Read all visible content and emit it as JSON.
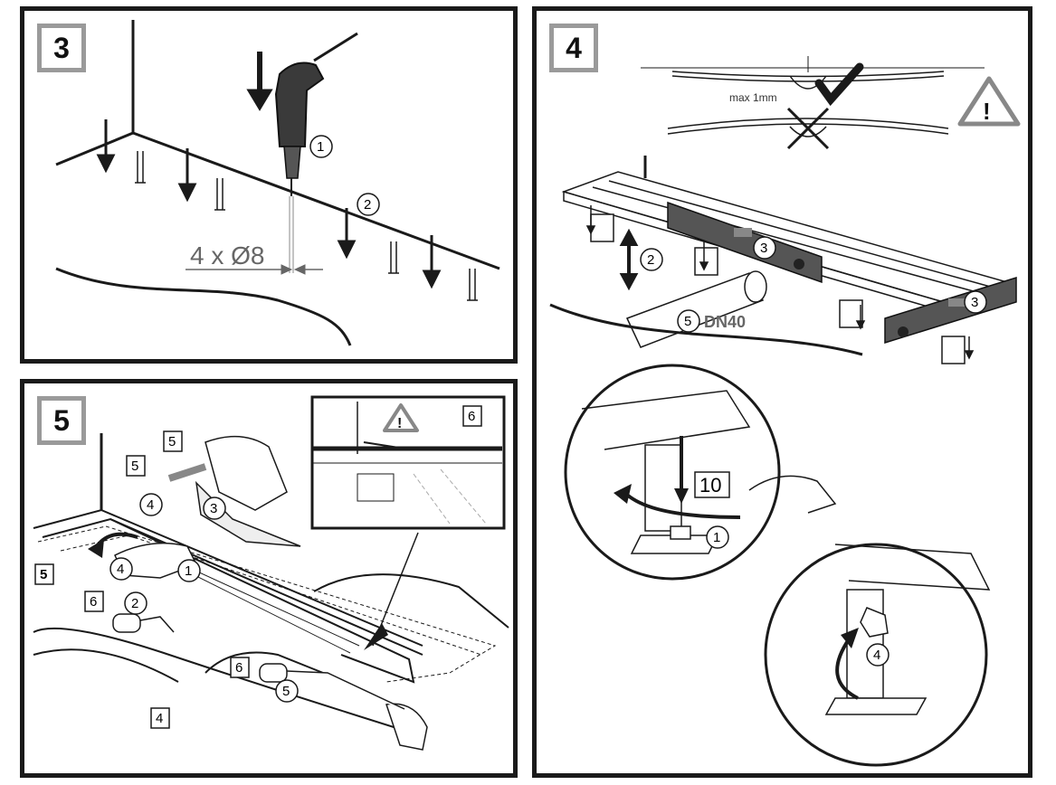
{
  "steps": {
    "step3": {
      "number": "3",
      "callouts": [
        "1",
        "2"
      ],
      "dimension": "4 x Ø8"
    },
    "step4": {
      "number": "4",
      "tolerance_note": "max 1mm",
      "warning_symbol": "!",
      "callouts": [
        "2",
        "3",
        "3",
        "5",
        "1",
        "4"
      ],
      "pipe_label": "DN40",
      "torque_value": "10"
    },
    "step5": {
      "number": "5",
      "warning_symbol": "!",
      "callouts": [
        "1",
        "2",
        "3",
        "4",
        "4",
        "5"
      ],
      "boxed_labels": [
        "5",
        "5",
        "5",
        "6",
        "6",
        "6",
        "4"
      ]
    }
  },
  "icons": {
    "warning": "warning-triangle-icon",
    "check": "check-mark-icon",
    "cross": "cross-mark-icon",
    "arrow": "down-arrow-icon",
    "rotate": "rotate-arrow-icon"
  },
  "colors": {
    "ink": "#1a1a1a",
    "step_frame": "#9a9a9a",
    "dimension_text": "#666666",
    "level_tool": "#555555"
  }
}
